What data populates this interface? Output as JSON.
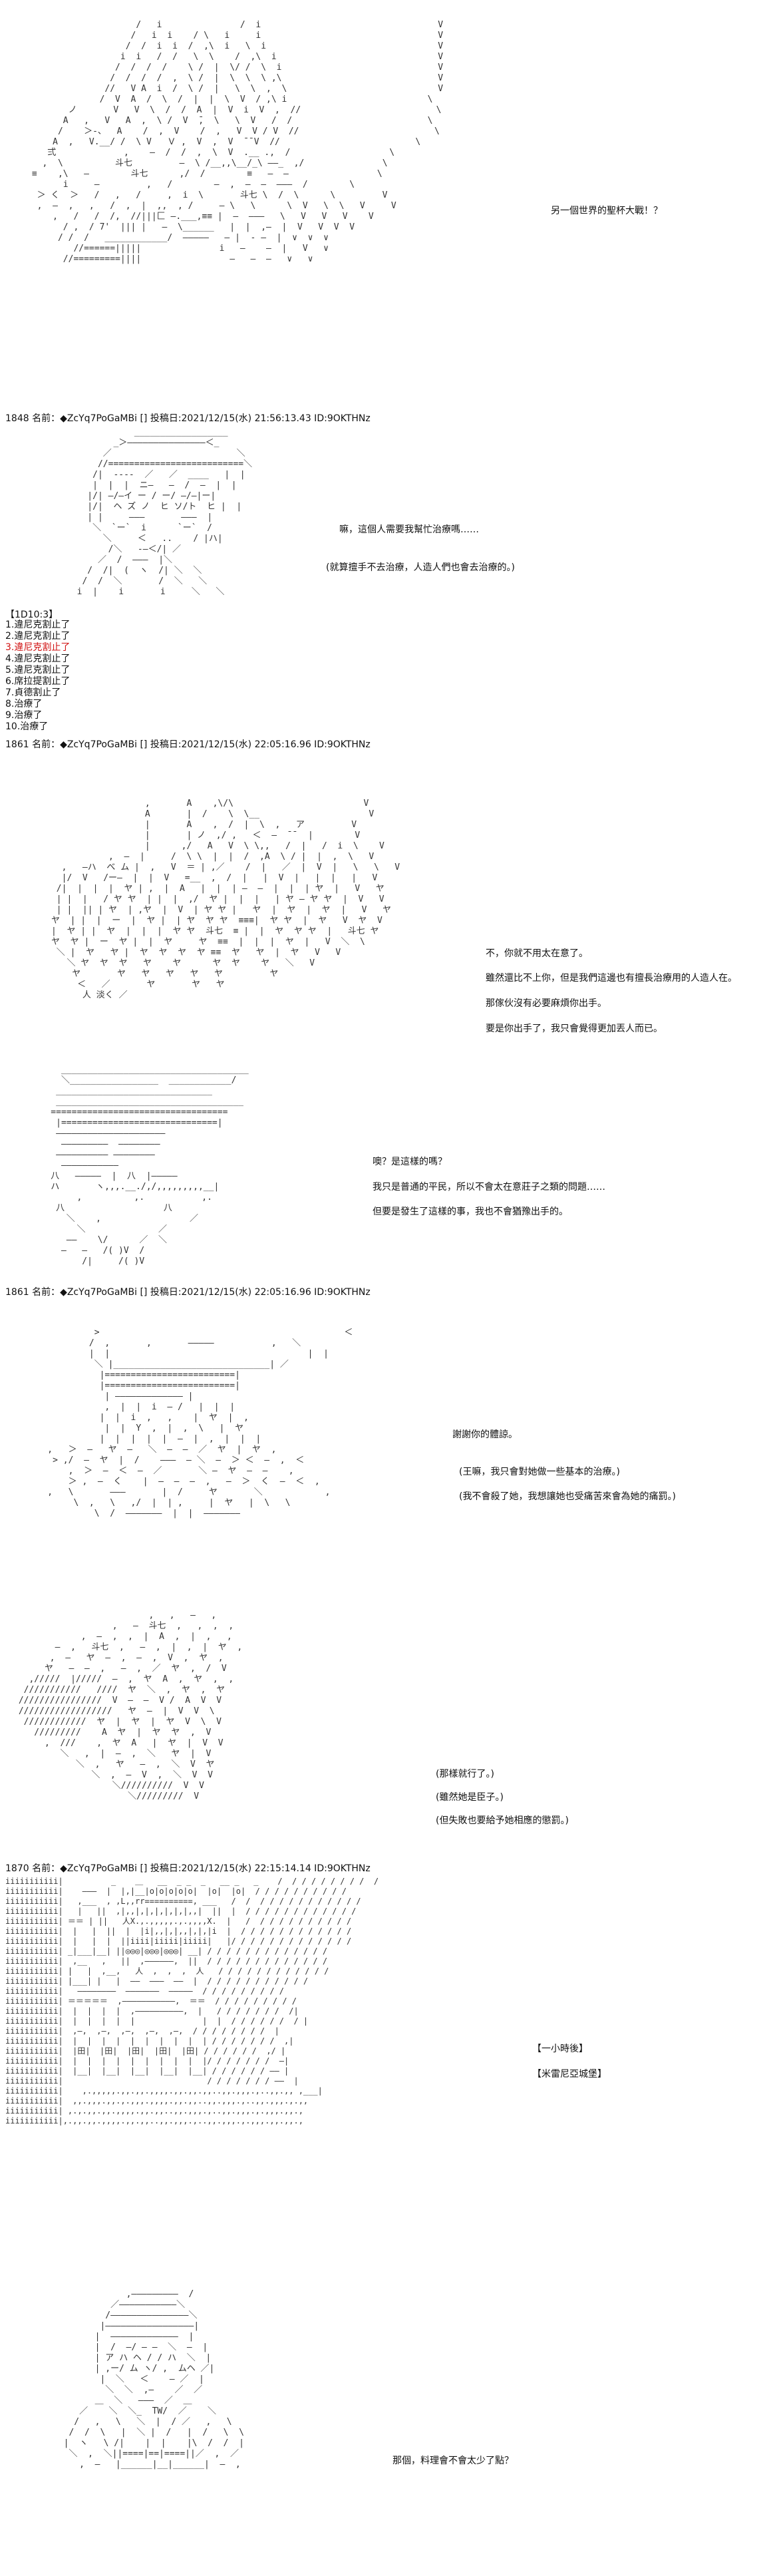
{
  "panel1": {
    "line": "另一個世界的聖杯大戰！？"
  },
  "post_1848": {
    "header": "1848 名前：◆ZcYq7PoGaMBi [] 投稿日:2021/12/15(水) 21:56:13.43 ID:9OKTHNz",
    "line1": "嘛，這個人需要我幫忙治療嗎……",
    "line2": "(就算擅手不去治療，人造人們也會去治療的。)",
    "vote_title": "【1D10:3】",
    "votes": [
      "1.違尼克割止了",
      "2.違尼克割止了",
      "3.違尼克割止了",
      "4.違尼克割止了",
      "5.違尼克割止了",
      "6.席拉提割止了",
      "7.貞德割止了",
      "8.治療了",
      "9.治療了",
      "10.治療了"
    ]
  },
  "post_1861a": {
    "header": "1861 名前：◆ZcYq7PoGaMBi [] 投稿日:2021/12/15(水) 22:05:16.96 ID:9OKTHNz",
    "line1": "不，你就不用太在意了。",
    "line2": "雖然還比不上你，但是我們這邊也有擅長治療用的人造人在。",
    "line3": "那傢伙沒有必要麻煩你出手。",
    "line4": "要是你出手了，我只會覺得更加丟人而已。",
    "line5": "噢？是這樣的嗎？",
    "line6": "我只是普通的平民，所以不會太在意莊子之類的問題……",
    "line7": "但要是發生了這樣的事，我也不會猶豫出手的。"
  },
  "post_1861b": {
    "header": "1861 名前：◆ZcYq7PoGaMBi [] 投稿日:2021/12/15(水) 22:05:16.96 ID:9OKTHNz",
    "line1": "謝謝你的體諒。",
    "line2": "(王嘛，我只會對她做一些基本的治療。)",
    "line3": "(我不會殺了她，我想讓她也受痛苦來會為她的痛罰。)",
    "line4": "(那樣就行了。)",
    "line5": "(雖然她是臣子。)",
    "line6": "(但失敗也要給予她相應的懲罰。)"
  },
  "post_1870": {
    "header": "1870 名前：◆ZcYq7PoGaMBi [] 投稿日:2021/12/15(水) 22:15:14.14 ID:9OKTHNz",
    "line1": "【一小時後】",
    "line2": "【米雷尼亞城堡】",
    "line3": "那個，料理會不會太少了點？"
  }
}
